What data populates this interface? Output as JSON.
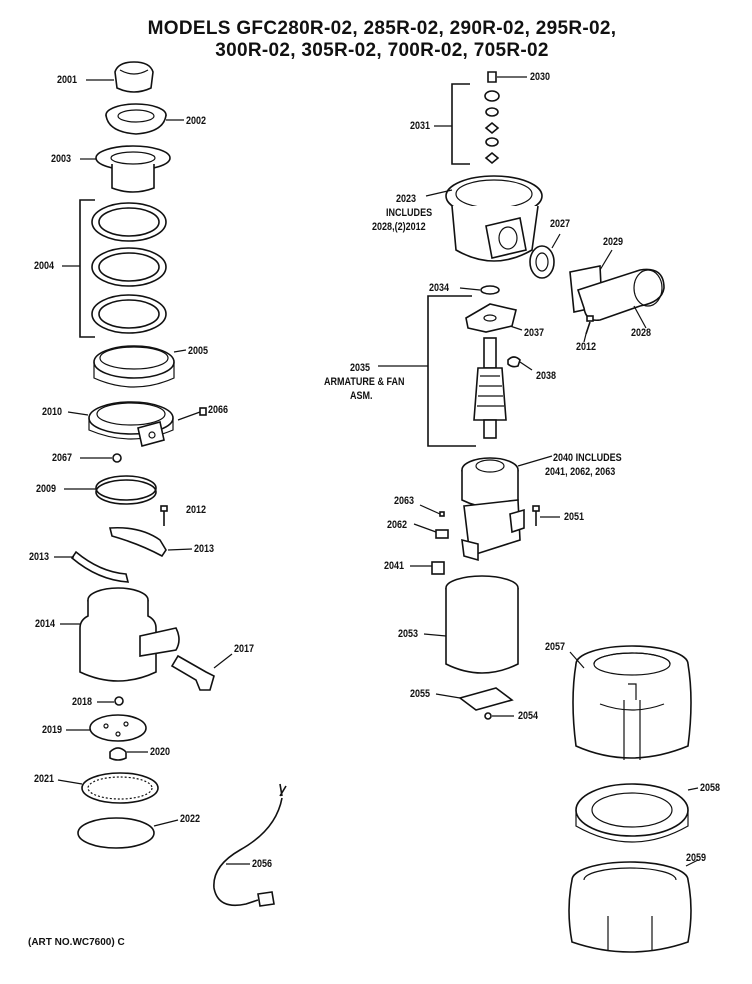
{
  "header": {
    "line1": "MODELS GFC280R-02, 285R-02, 290R-02, 295R-02,",
    "line2": "300R-02, 305R-02, 700R-02, 705R-02"
  },
  "labels": {
    "p2001": "2001",
    "p2002": "2002",
    "p2003": "2003",
    "p2004": "2004",
    "p2005": "2005",
    "p2010": "2010",
    "p2066": "2066",
    "p2067": "2067",
    "p2009": "2009",
    "p2012a": "2012",
    "p2013a": "2013",
    "p2013b": "2013",
    "p2014": "2014",
    "p2017": "2017",
    "p2018": "2018",
    "p2019": "2019",
    "p2020": "2020",
    "p2021": "2021",
    "p2022": "2022",
    "p2056": "2056",
    "p2030": "2030",
    "p2031": "2031",
    "p2023a": "2023",
    "p2023b": "INCLUDES",
    "p2023c": "2028,(2)2012",
    "p2027": "2027",
    "p2029": "2029",
    "p2012b": "2012",
    "p2028": "2028",
    "p2034": "2034",
    "p2037": "2037",
    "p2035a": "2035",
    "p2035b": "ARMATURE & FAN",
    "p2035c": "ASM.",
    "p2038": "2038",
    "p2040a": "2040 INCLUDES",
    "p2040b": "2041, 2062, 2063",
    "p2063": "2063",
    "p2062": "2062",
    "p2051": "2051",
    "p2041": "2041",
    "p2053": "2053",
    "p2055": "2055",
    "p2054": "2054",
    "p2057": "2057",
    "p2058": "2058",
    "p2059": "2059"
  },
  "footer": {
    "art_no": "(ART NO.WC7600) C"
  }
}
